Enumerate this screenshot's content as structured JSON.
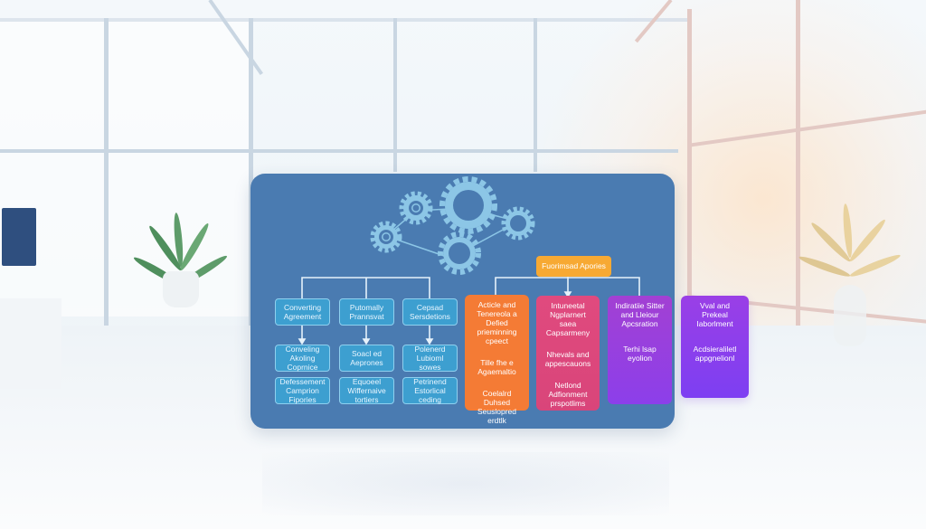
{
  "scene": {
    "description": "Blurred bright office background with windows and potted plants",
    "colors": {
      "panel": "#4a7bb1",
      "blue_node": "#3d9fd0",
      "orange": "#f7a933",
      "orange_col": "#f47b35",
      "pink_col": "#e0487a",
      "purple_col": "#9a3fd6",
      "violet_col": "#8a3ff0",
      "gear": "#8cc6e6"
    }
  },
  "diagram": {
    "icon": "gears-icon",
    "left_tree": {
      "columns": [
        {
          "header": "Converting Agreement",
          "children": [
            "Conveling Akoling Coprnice",
            "Defessement Camprion Fipories"
          ]
        },
        {
          "header": "Putomally Prannsvat",
          "children": [
            "Soacl ed Aeprones",
            "Equoeel Wiffernaive tortiers"
          ]
        },
        {
          "header": "Cepsad Sersdetions",
          "children": [
            "Polenerd Lubioml sowes",
            "Petrinend Estorlical ceding"
          ]
        }
      ]
    },
    "right_tree": {
      "root": "Fuorimsad Apories",
      "columns": [
        {
          "color": "orange",
          "items": [
            "Acticle and Tenereola a Defied prieminning cpeect",
            "Tille fhe e Agaemaltio",
            "Coelalrd Duhsed Seuslopred erdtlk"
          ]
        },
        {
          "color": "pink",
          "items": [
            "Intuneetal Ngplarnert saea Capsarmeny",
            "Nhevals and appescauons",
            "Netlond Adfionment prspotlims"
          ]
        },
        {
          "color": "purple",
          "items": [
            "Indiratiie Sitter and Lleiour Apcsration",
            "Terhi lsap eyolion"
          ]
        }
      ]
    },
    "detached_card": {
      "items": [
        "Vval and Prekeal Iaborlment",
        "Acdsieraliletl appgnelionl"
      ]
    }
  }
}
